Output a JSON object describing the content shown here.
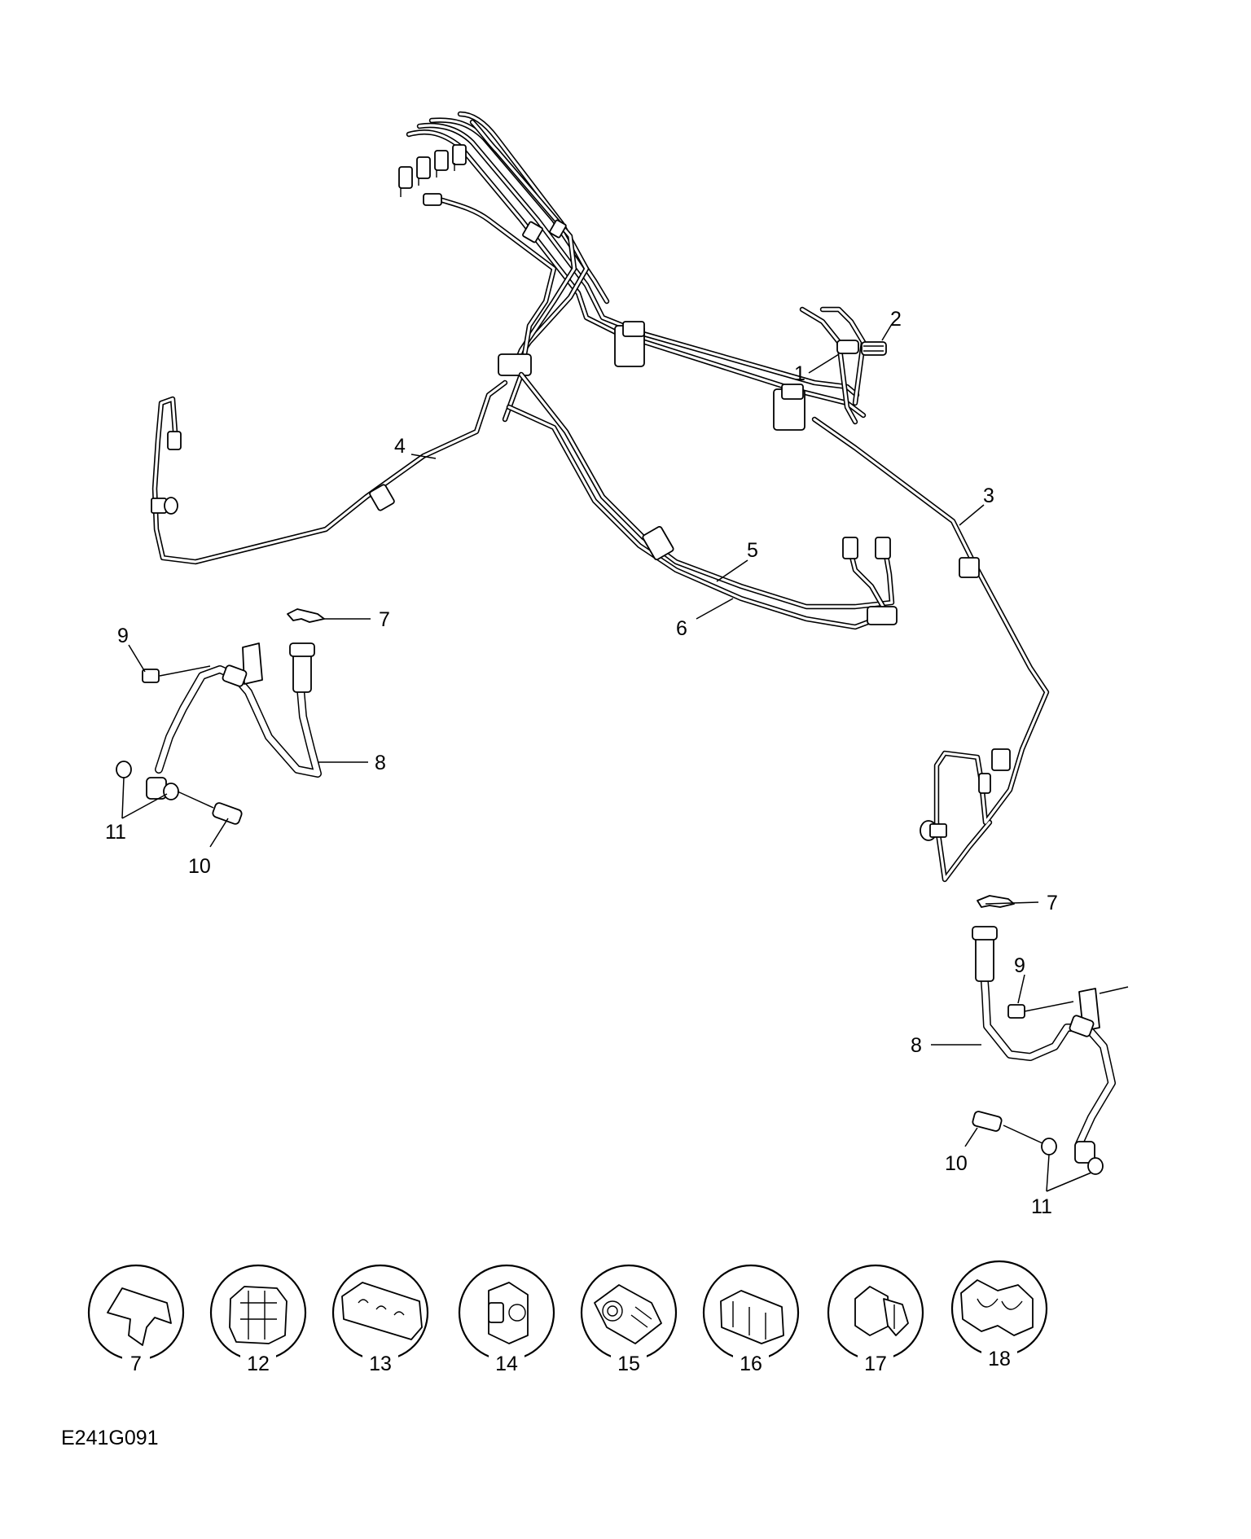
{
  "diagram": {
    "figure_reference": "E241G091",
    "callouts": {
      "c1": "1",
      "c2": "2",
      "c3": "3",
      "c4": "4",
      "c5": "5",
      "c6": "6",
      "c7a": "7",
      "c7b": "7",
      "c8a": "8",
      "c8b": "8",
      "c9a": "9",
      "c9b": "9",
      "c10a": "10",
      "c10b": "10",
      "c11a": "11",
      "c11b": "11"
    },
    "clip_details": [
      "7",
      "12",
      "13",
      "14",
      "15",
      "16",
      "17",
      "18"
    ]
  }
}
